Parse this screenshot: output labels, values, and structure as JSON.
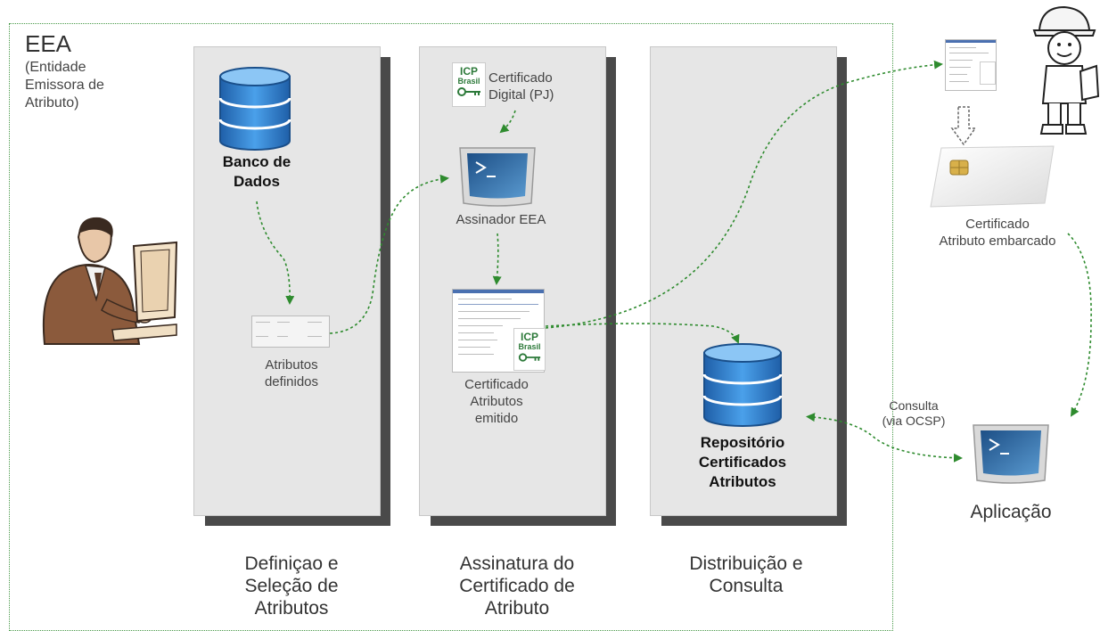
{
  "eea": {
    "title": "EEA",
    "subtitle_lines": [
      "(Entidade",
      "Emissora de",
      "Atributo)"
    ]
  },
  "col1": {
    "db_label_lines": [
      "Banco de",
      "Dados"
    ],
    "attrs_label_lines": [
      "Atributos",
      "definidos"
    ],
    "caption_lines": [
      "Definiçao e",
      "Seleção de",
      "Atributos"
    ]
  },
  "col2": {
    "icp_text": [
      "ICP",
      "Brasil"
    ],
    "cert_label_lines": [
      "Certificado",
      "Digital (PJ)"
    ],
    "signer_label": "Assinador EEA",
    "issued_label_lines": [
      "Certificado",
      "Atributos",
      "emitido"
    ],
    "caption_lines": [
      "Assinatura do",
      "Certificado de",
      "Atributo"
    ]
  },
  "col3": {
    "repo_label_lines": [
      "Repositório",
      "Certificados",
      "Atributos"
    ],
    "caption_lines": [
      "Distribuição e",
      "Consulta"
    ]
  },
  "right": {
    "embedded_label_lines": [
      "Certificado",
      "Atributo embarcado"
    ],
    "query_label_lines": [
      "Consulta",
      "(via OCSP)"
    ],
    "app_label": "Aplicação"
  },
  "colors": {
    "arrow": "#2e8b2e",
    "db_blue": "#2f7fd0",
    "panel": "#e6e6e6",
    "shadow": "#4a4a4a"
  }
}
